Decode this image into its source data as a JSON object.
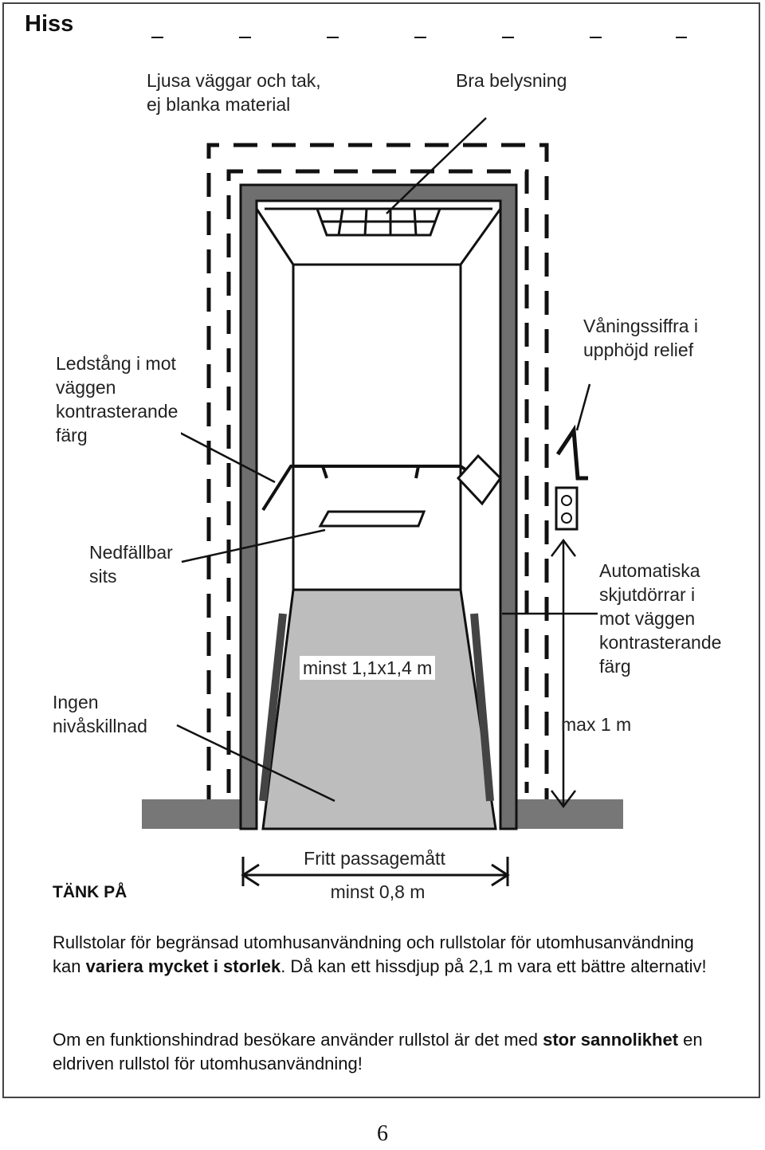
{
  "page": {
    "title": "Hiss",
    "page_number": "6"
  },
  "labels": {
    "walls_line1": "Ljusa väggar och tak,",
    "walls_line2": "ej blanka material",
    "lighting": "Bra belysning",
    "handrail": [
      "Ledstång i mot",
      "väggen",
      "kontrasterande",
      "färg"
    ],
    "floor_number": [
      "Våningssiffra i",
      "upphöjd relief"
    ],
    "seat": [
      "Nedfällbar",
      "sits"
    ],
    "doors": [
      "Automatiska",
      "skjutdörrar i",
      "mot väggen",
      "kontrasterande",
      "färg"
    ],
    "size": "minst 1,1x1,4 m",
    "level": [
      "Ingen",
      "nivåskillnad"
    ],
    "max_height": "max 1 m",
    "passage_title": "Fritt passagemått",
    "passage_value": "minst 0,8 m"
  },
  "think": {
    "heading": "TÄNK PÅ",
    "p1_a": "Rullstolar för begränsad utomhusanvändning och rullstolar för utomhusanvändning kan ",
    "p1_b": "variera mycket i storlek",
    "p1_c": ". Då kan ett hissdjup på 2,1 m vara ett bättre alternativ!",
    "p2_a": "Om en funktionshindrad besökare använder rullstol är det med ",
    "p2_b": "stor sannolikhet",
    "p2_c": " en eldriven rullstol för utomhusanvändning!"
  },
  "icons": [
    "lift-illustration",
    "arrow-icon",
    "dimension-arrow-icon",
    "floor-number-one-icon",
    "call-button-icon"
  ]
}
